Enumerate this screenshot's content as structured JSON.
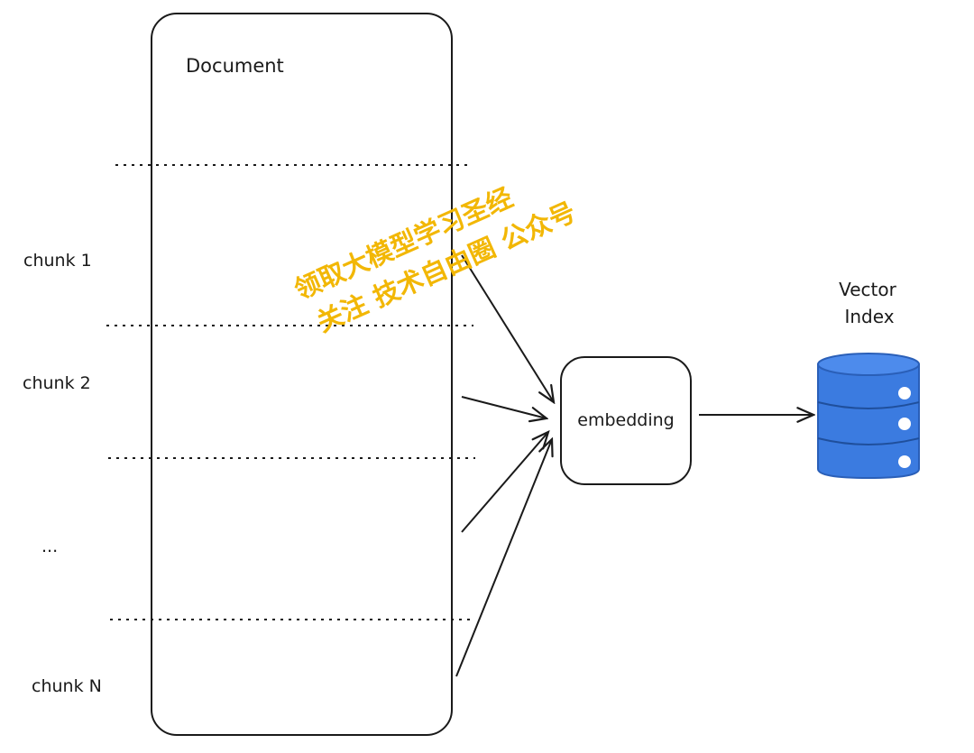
{
  "document": {
    "title": "Document"
  },
  "chunks": [
    {
      "label": "chunk 1"
    },
    {
      "label": "chunk 2"
    },
    {
      "label": "..."
    },
    {
      "label": "chunk N"
    }
  ],
  "embedding": {
    "label": "embedding"
  },
  "vector_index": {
    "label_line1": "Vector",
    "label_line2": "Index",
    "color": "#3b7be0"
  },
  "watermark": {
    "line1": "领取大模型学习圣经",
    "line2": "关注 技术自由圈 公众号",
    "color": "#f2b705"
  }
}
